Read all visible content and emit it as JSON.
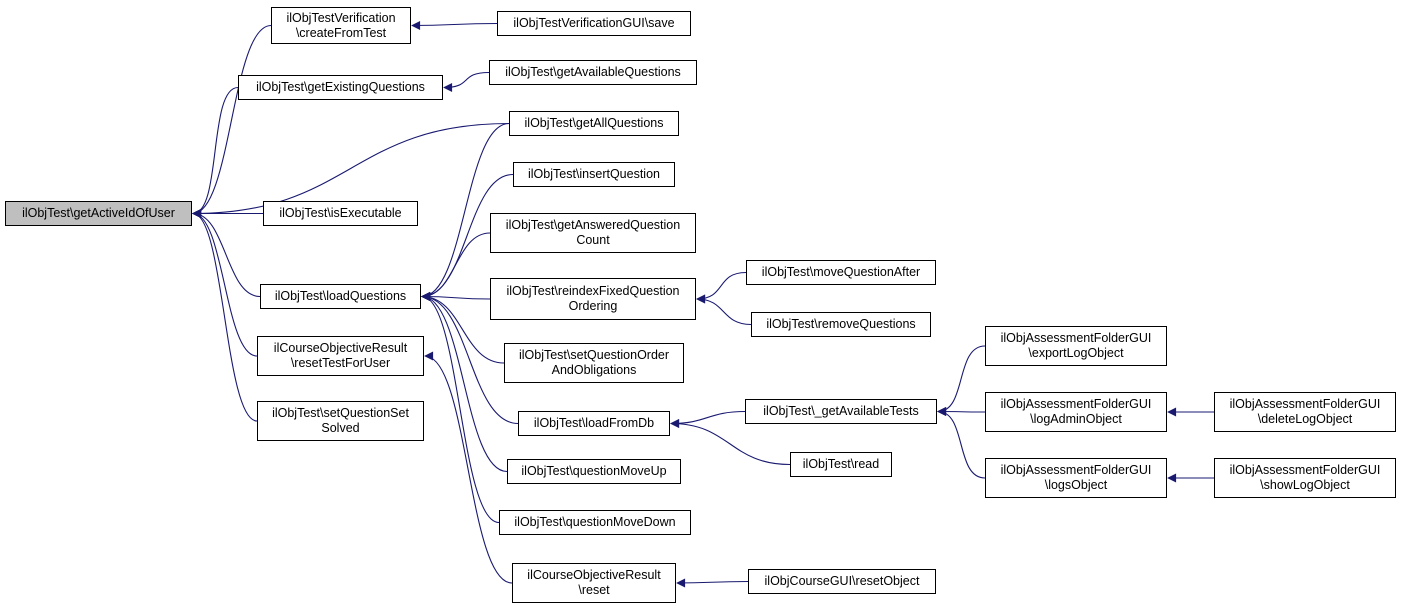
{
  "diagram": {
    "type": "call-graph",
    "colors": {
      "edge": "#191970",
      "node_border": "#000000",
      "root_fill": "#bfbfbf",
      "node_fill": "#ffffff"
    },
    "nodes": [
      {
        "id": "root",
        "label": "ilObjTest\\getActiveIdOfUser",
        "root": true
      },
      {
        "id": "verif_create",
        "label": "ilObjTestVerification\n\\createFromTest"
      },
      {
        "id": "verif_gui_save",
        "label": "ilObjTestVerificationGUI\\save"
      },
      {
        "id": "get_existing",
        "label": "ilObjTest\\getExistingQuestions"
      },
      {
        "id": "get_available_q",
        "label": "ilObjTest\\getAvailableQuestions"
      },
      {
        "id": "get_all_q",
        "label": "ilObjTest\\getAllQuestions"
      },
      {
        "id": "insert_q",
        "label": "ilObjTest\\insertQuestion"
      },
      {
        "id": "is_exec",
        "label": "ilObjTest\\isExecutable"
      },
      {
        "id": "answered_count",
        "label": "ilObjTest\\getAnsweredQuestion\nCount"
      },
      {
        "id": "load_q",
        "label": "ilObjTest\\loadQuestions"
      },
      {
        "id": "reindex",
        "label": "ilObjTest\\reindexFixedQuestion\nOrdering"
      },
      {
        "id": "move_after",
        "label": "ilObjTest\\moveQuestionAfter"
      },
      {
        "id": "remove_q",
        "label": "ilObjTest\\removeQuestions"
      },
      {
        "id": "cor_reset_user",
        "label": "ilCourseObjectiveResult\n\\resetTestForUser"
      },
      {
        "id": "set_order",
        "label": "ilObjTest\\setQuestionOrder\nAndObligations"
      },
      {
        "id": "set_solved",
        "label": "ilObjTest\\setQuestionSet\nSolved"
      },
      {
        "id": "load_db",
        "label": "ilObjTest\\loadFromDb"
      },
      {
        "id": "avail_tests",
        "label": "ilObjTest\\_getAvailableTests"
      },
      {
        "id": "read",
        "label": "ilObjTest\\read"
      },
      {
        "id": "export_log",
        "label": "ilObjAssessmentFolderGUI\n\\exportLogObject"
      },
      {
        "id": "log_admin",
        "label": "ilObjAssessmentFolderGUI\n\\logAdminObject"
      },
      {
        "id": "delete_log",
        "label": "ilObjAssessmentFolderGUI\n\\deleteLogObject"
      },
      {
        "id": "logs_obj",
        "label": "ilObjAssessmentFolderGUI\n\\logsObject"
      },
      {
        "id": "show_log",
        "label": "ilObjAssessmentFolderGUI\n\\showLogObject"
      },
      {
        "id": "move_up",
        "label": "ilObjTest\\questionMoveUp"
      },
      {
        "id": "move_down",
        "label": "ilObjTest\\questionMoveDown"
      },
      {
        "id": "cor_reset",
        "label": "ilCourseObjectiveResult\n\\reset"
      },
      {
        "id": "course_reset",
        "label": "ilObjCourseGUI\\resetObject"
      }
    ],
    "edges": [
      {
        "from": "verif_create",
        "to": "root"
      },
      {
        "from": "get_existing",
        "to": "root"
      },
      {
        "from": "get_all_q",
        "to": "root"
      },
      {
        "from": "is_exec",
        "to": "root"
      },
      {
        "from": "load_q",
        "to": "root"
      },
      {
        "from": "cor_reset_user",
        "to": "root"
      },
      {
        "from": "set_solved",
        "to": "root"
      },
      {
        "from": "verif_gui_save",
        "to": "verif_create"
      },
      {
        "from": "get_available_q",
        "to": "get_existing"
      },
      {
        "from": "get_all_q",
        "to": "load_q"
      },
      {
        "from": "insert_q",
        "to": "load_q"
      },
      {
        "from": "answered_count",
        "to": "load_q"
      },
      {
        "from": "reindex",
        "to": "load_q"
      },
      {
        "from": "set_order",
        "to": "load_q"
      },
      {
        "from": "load_db",
        "to": "load_q"
      },
      {
        "from": "move_up",
        "to": "load_q"
      },
      {
        "from": "move_down",
        "to": "load_q"
      },
      {
        "from": "move_after",
        "to": "reindex"
      },
      {
        "from": "remove_q",
        "to": "reindex"
      },
      {
        "from": "cor_reset",
        "to": "cor_reset_user"
      },
      {
        "from": "avail_tests",
        "to": "load_db"
      },
      {
        "from": "read",
        "to": "load_db"
      },
      {
        "from": "export_log",
        "to": "avail_tests"
      },
      {
        "from": "log_admin",
        "to": "avail_tests"
      },
      {
        "from": "logs_obj",
        "to": "avail_tests"
      },
      {
        "from": "delete_log",
        "to": "log_admin"
      },
      {
        "from": "show_log",
        "to": "logs_obj"
      },
      {
        "from": "course_reset",
        "to": "cor_reset"
      }
    ]
  }
}
